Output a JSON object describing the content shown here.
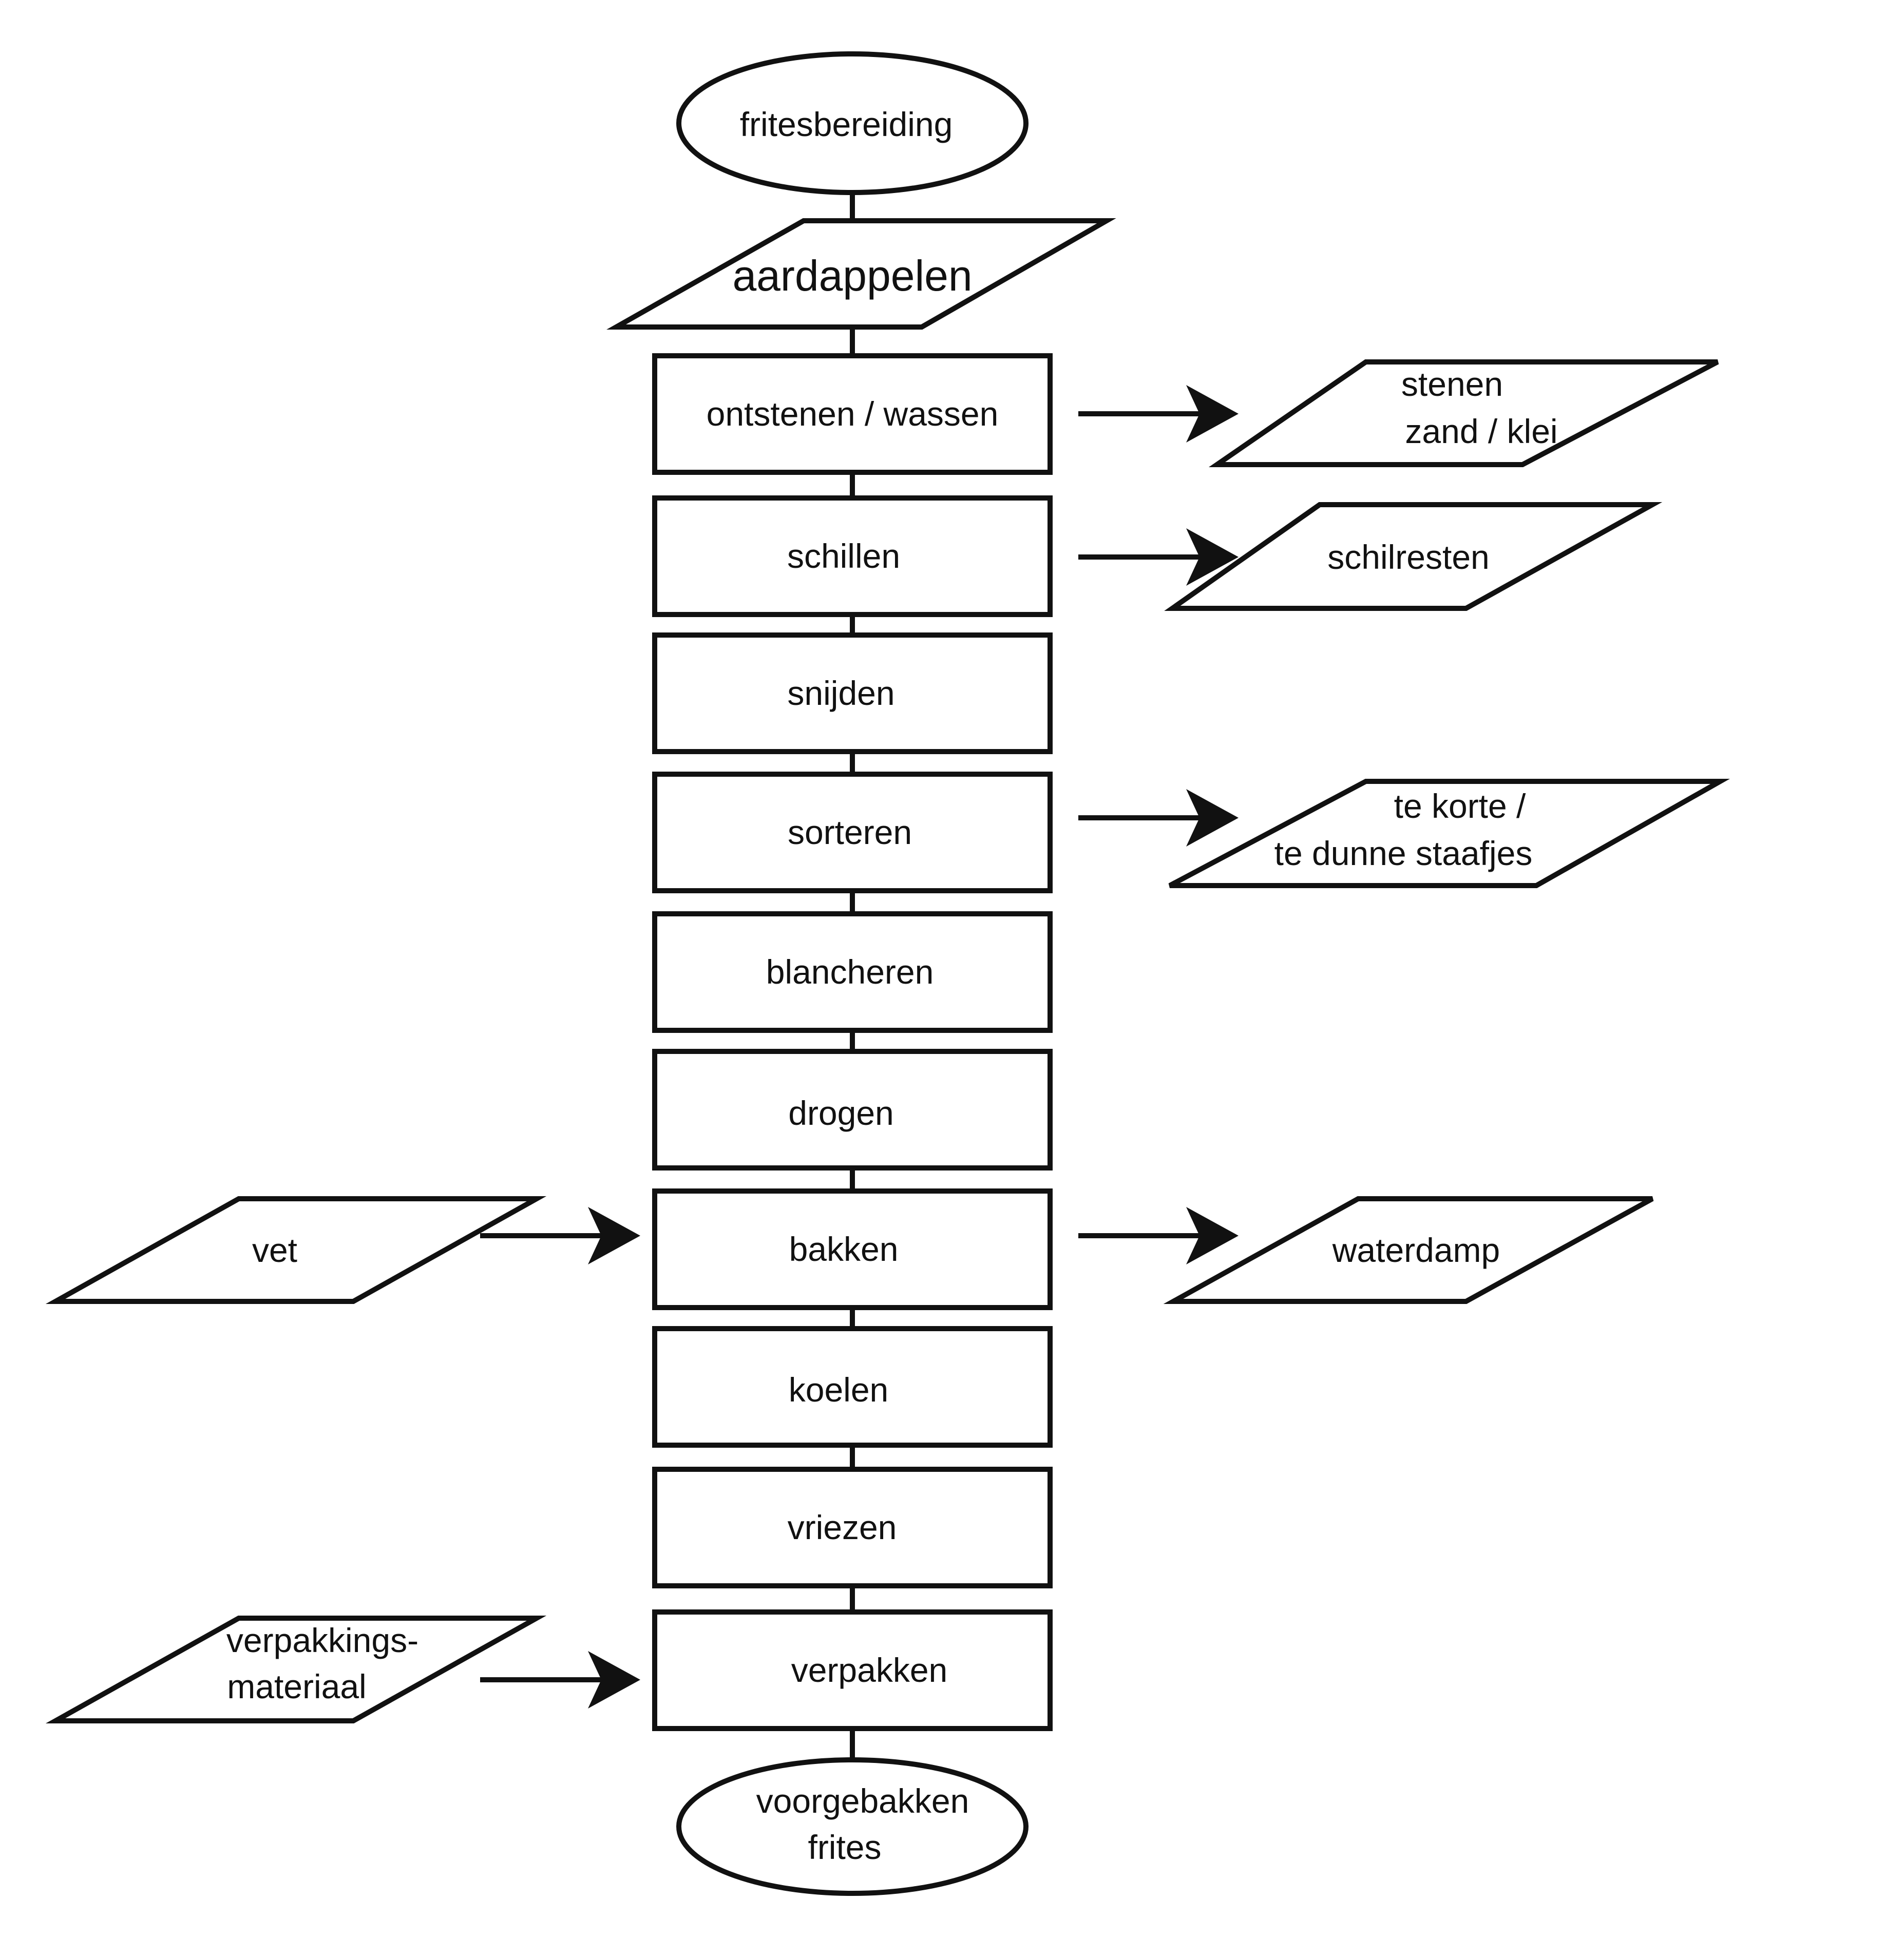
{
  "start": "fritesbereiding",
  "input_main": "aardappelen",
  "steps": {
    "s1": "ontstenen / wassen",
    "s2": "schillen",
    "s3": "snijden",
    "s4": "sorteren",
    "s5": "blancheren",
    "s6": "drogen",
    "s7": "bakken",
    "s8": "koelen",
    "s9": "vriezen",
    "s10": "verpakken"
  },
  "outputs": {
    "o1": [
      "stenen",
      "zand / klei"
    ],
    "o2": [
      "schilresten"
    ],
    "o4": [
      "te korte /",
      "te dunne staafjes"
    ],
    "o7": [
      "waterdamp"
    ]
  },
  "inputs": {
    "i7": [
      "vet"
    ],
    "i10": [
      "verpakkings-",
      "materiaal"
    ]
  },
  "end": [
    "voorgebakken",
    "frites"
  ]
}
